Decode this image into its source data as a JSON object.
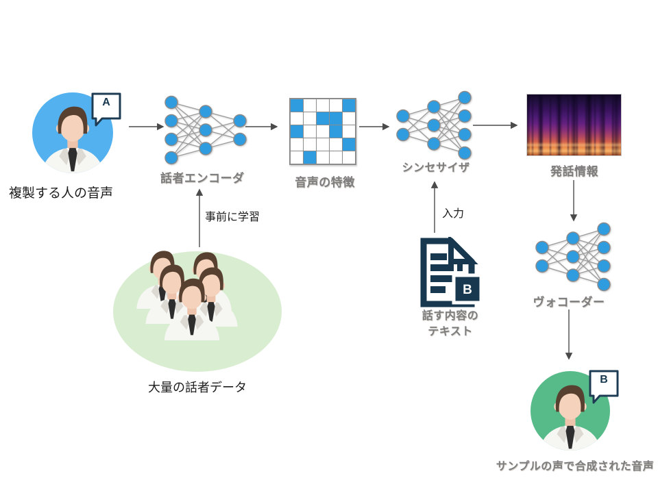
{
  "diagram": {
    "nodes": {
      "source_speaker": {
        "label": "複製する人の音声",
        "bubble_letter": "A"
      },
      "speaker_encoder": {
        "label": "話者エンコーダ"
      },
      "voice_features": {
        "label": "音声の特徴"
      },
      "synthesizer": {
        "label": "シンセサイザ"
      },
      "utterance_info": {
        "label": "発話情報"
      },
      "vocoder": {
        "label": "ヴォコーダー"
      },
      "speech_text": {
        "label_line1": "話す内容の",
        "label_line2": "テキスト",
        "badge_letter": "B"
      },
      "speaker_dataset": {
        "label": "大量の話者データ"
      },
      "synthesized_voice": {
        "label": "サンプルの声で合成された音声",
        "bubble_letter": "B"
      }
    },
    "edge_labels": {
      "pretrain": "事前に学習",
      "input": "入力"
    },
    "feature_grid": {
      "rows": 5,
      "cols": 5,
      "pattern": [
        [
          1,
          0,
          0,
          0,
          1
        ],
        [
          0,
          0,
          1,
          1,
          0
        ],
        [
          1,
          0,
          0,
          1,
          0
        ],
        [
          0,
          0,
          0,
          0,
          1
        ],
        [
          0,
          1,
          0,
          0,
          0
        ]
      ]
    },
    "networks": {
      "speaker_encoder": [
        4,
        3,
        2
      ],
      "synthesizer": [
        2,
        3,
        4
      ],
      "vocoder": [
        2,
        3,
        4
      ]
    },
    "colors": {
      "node_blue": "#2f9ce0",
      "navy": "#17384e",
      "avatar_a_bg": "#53b1ef",
      "avatar_b_bg": "#57bb89",
      "dataset_ellipse": "#d9edd1",
      "label_gray": "#7d7d7d",
      "arrow": "#4a4a4a"
    }
  }
}
